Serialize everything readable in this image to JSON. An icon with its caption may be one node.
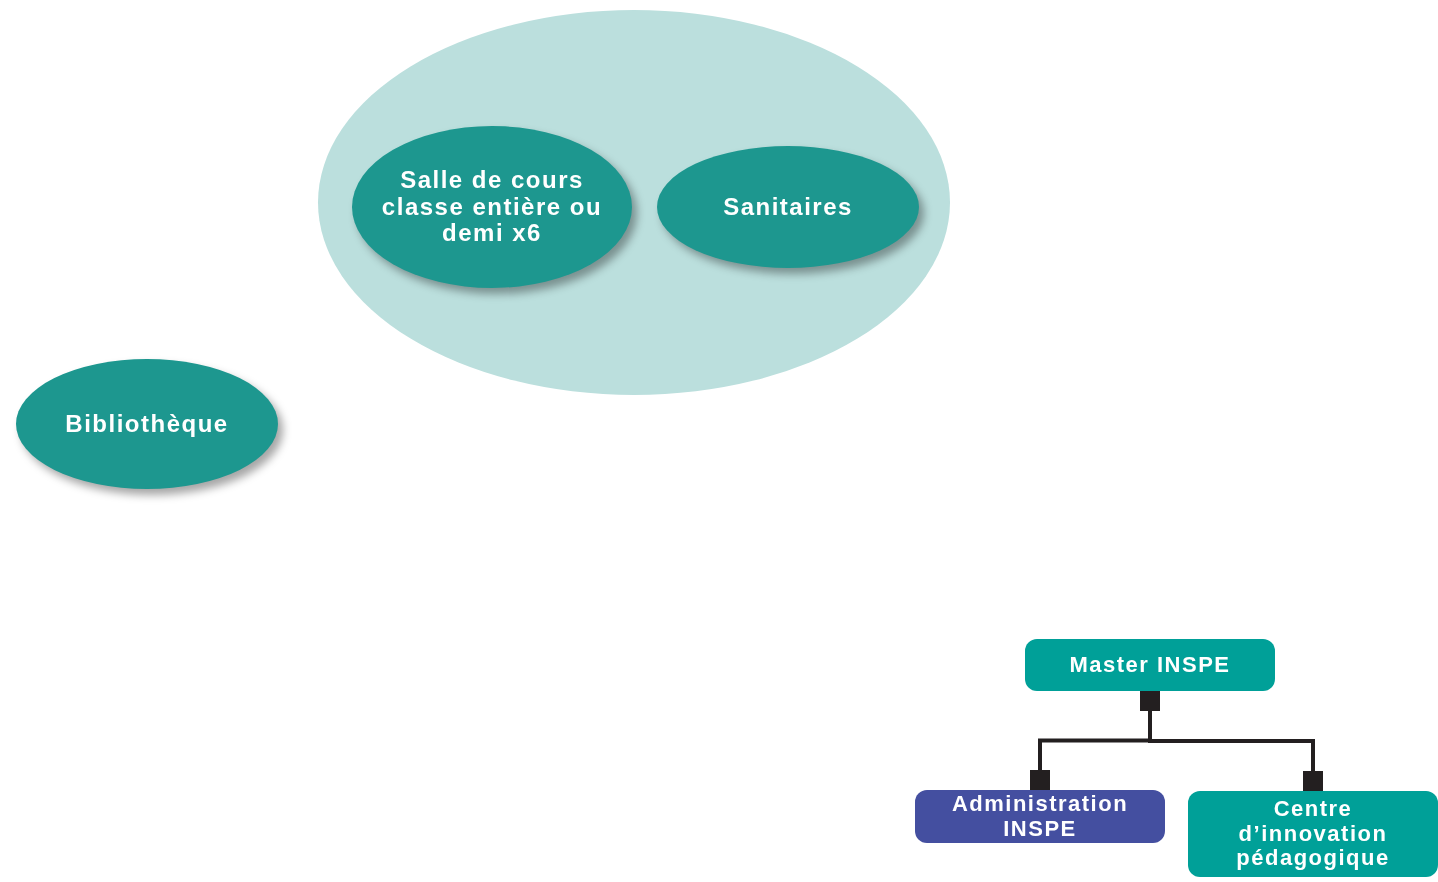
{
  "diagram": {
    "nodes": [
      {
        "text": [],
        "shape": "ellipse"
      },
      {
        "text": [
          "Salle de cours classe entière ou demi x6"
        ],
        "in": 0
      },
      {
        "text": [
          "Sanitaires"
        ],
        "in": 0
      },
      {
        "text": [
          "Bibliothèque"
        ]
      },
      {
        "text": [
          "Master INSPE"
        ]
      },
      {
        "text": [
          "Administration INSPE"
        ]
      },
      {
        "text": [
          "Centre d’innovation pédagogique"
        ]
      }
    ],
    "edges": [
      {
        "from": 4,
        "to": 5,
        "arrow": "other"
      },
      {
        "from": 4,
        "to": 6,
        "arrow": "other"
      }
    ]
  }
}
